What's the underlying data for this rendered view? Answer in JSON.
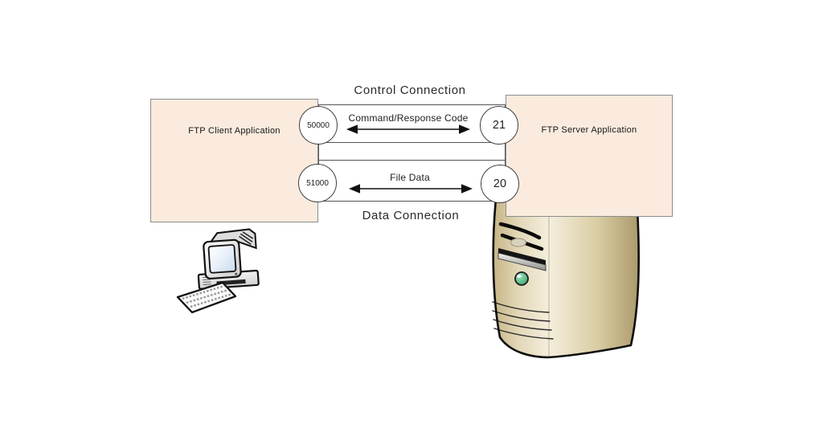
{
  "diagram": {
    "client": {
      "label": "FTP Client Application",
      "icon": "desktop-computer-icon"
    },
    "server": {
      "label": "FTP Server Application",
      "icon": "tower-server-icon"
    },
    "connections": {
      "control": {
        "title": "Control Connection",
        "payload_label": "Command/Response Code",
        "client_port": "50000",
        "server_port": "21"
      },
      "data": {
        "title": "Data Connection",
        "payload_label": "File Data",
        "client_port": "51000",
        "server_port": "20"
      }
    },
    "colors": {
      "app_box_fill": "#FAEBDE",
      "app_box_border": "#8C8C8C",
      "pipe_fill": "#FFFFFF",
      "pipe_border": "#545454",
      "text": "#1C1C1C",
      "server_tower_tan": "#D5C69C",
      "power_button_green": "#46A877"
    }
  }
}
